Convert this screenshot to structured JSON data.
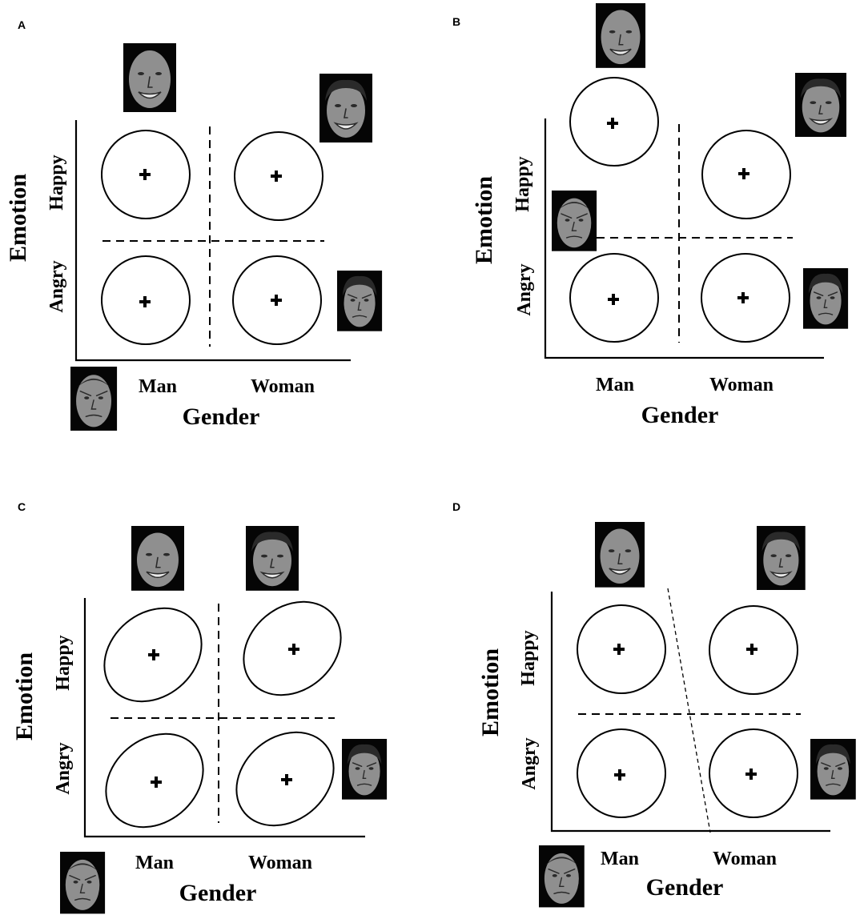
{
  "figure": {
    "panels": [
      {
        "letter": "A",
        "x_axis": {
          "title": "Gender",
          "categories": [
            "Man",
            "Woman"
          ]
        },
        "y_axis": {
          "title": "Emotion",
          "categories": [
            "Happy",
            "Angry"
          ]
        },
        "cluster_shape": "circle",
        "boundary": "orthogonal",
        "faces": [
          "happy-man-face",
          "happy-woman-face",
          "angry-woman-face",
          "angry-man-face"
        ]
      },
      {
        "letter": "B",
        "x_axis": {
          "title": "Gender",
          "categories": [
            "Man",
            "Woman"
          ]
        },
        "y_axis": {
          "title": "Emotion",
          "categories": [
            "Happy",
            "Angry"
          ]
        },
        "cluster_shape": "circle",
        "boundary": "orthogonal",
        "faces": [
          "happy-man-face",
          "happy-woman-face",
          "angry-man-face",
          "angry-woman-face"
        ]
      },
      {
        "letter": "C",
        "x_axis": {
          "title": "Gender",
          "categories": [
            "Man",
            "Woman"
          ]
        },
        "y_axis": {
          "title": "Emotion",
          "categories": [
            "Happy",
            "Angry"
          ]
        },
        "cluster_shape": "tilted-ellipse",
        "boundary": "orthogonal",
        "faces": [
          "happy-man-face",
          "happy-woman-face",
          "angry-woman-face",
          "angry-man-face"
        ]
      },
      {
        "letter": "D",
        "x_axis": {
          "title": "Gender",
          "categories": [
            "Man",
            "Woman"
          ]
        },
        "y_axis": {
          "title": "Emotion",
          "categories": [
            "Happy",
            "Angry"
          ]
        },
        "cluster_shape": "circle",
        "boundary": "tilted-gender",
        "faces": [
          "happy-man-face",
          "happy-woman-face",
          "angry-woman-face",
          "angry-man-face"
        ]
      }
    ]
  }
}
